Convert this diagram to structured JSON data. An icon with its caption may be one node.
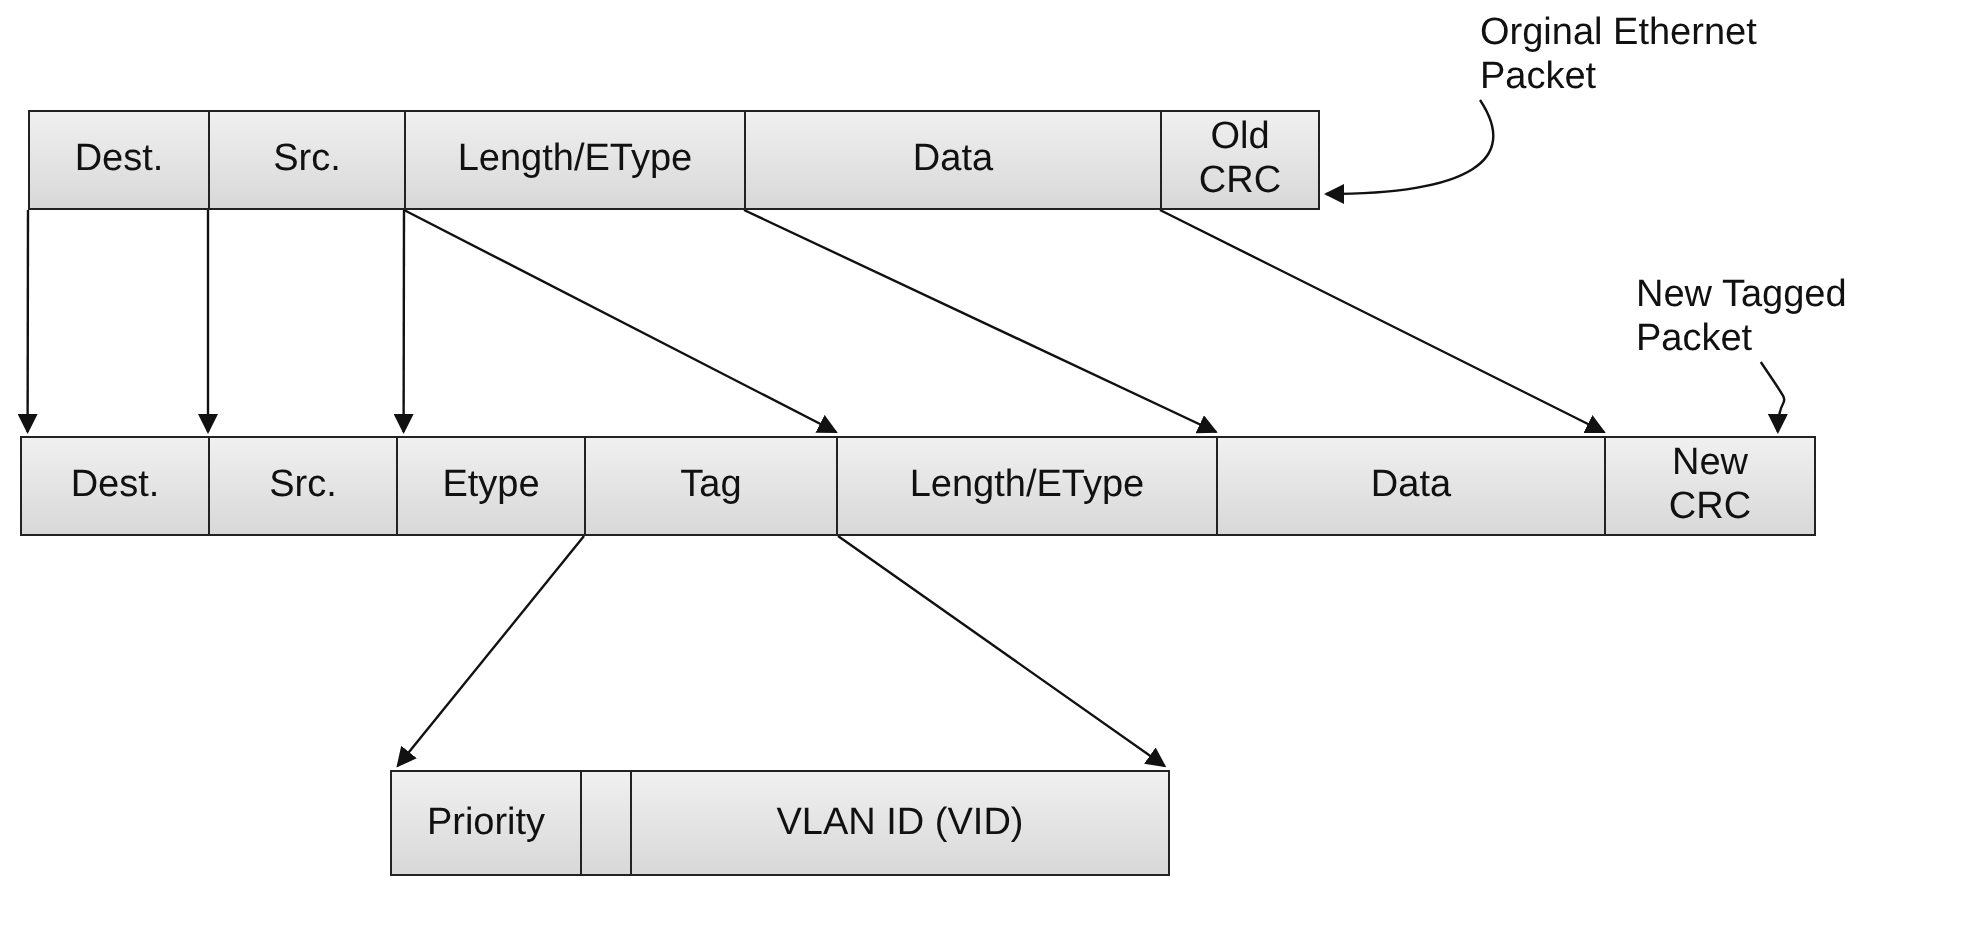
{
  "diagram": {
    "nodes": [
      {
        "text": [
          "Orginal Ethernet Packet"
        ]
      },
      {
        "text": [
          "Dest."
        ]
      },
      {
        "text": [
          "Src."
        ]
      },
      {
        "text": [
          "Length/EType"
        ]
      },
      {
        "text": [
          "Data"
        ]
      },
      {
        "text": [
          "Old CRC"
        ]
      },
      {
        "text": [
          "New Tagged Packet"
        ]
      },
      {
        "text": [
          "Dest."
        ]
      },
      {
        "text": [
          "Src."
        ]
      },
      {
        "text": [
          "Etype"
        ]
      },
      {
        "text": [
          "Tag"
        ]
      },
      {
        "text": [
          "Length/EType"
        ]
      },
      {
        "text": [
          "Data"
        ]
      },
      {
        "text": [
          "New CRC"
        ]
      },
      {
        "text": [
          "Priority"
        ]
      },
      {
        "text": [],
        "shape": "box"
      },
      {
        "text": [
          "VLAN ID (VID)"
        ]
      }
    ],
    "edges": [
      {
        "from": 0,
        "to": 5,
        "arrow": "to"
      },
      {
        "from": 6,
        "to": 13,
        "arrow": "to"
      },
      {
        "from": 1,
        "to": 7,
        "arrow": "to"
      },
      {
        "from": 2,
        "to": 8,
        "arrow": "to"
      },
      {
        "from": 3,
        "to": 9,
        "arrow": "to"
      },
      {
        "from": 3,
        "to": 11,
        "arrow": "to"
      },
      {
        "from": 4,
        "to": 12,
        "arrow": "to"
      },
      {
        "from": 5,
        "to": 13,
        "arrow": "to"
      },
      {
        "from": 10,
        "to": 14,
        "arrow": "to"
      },
      {
        "from": 10,
        "to": 16,
        "arrow": "to"
      }
    ]
  }
}
